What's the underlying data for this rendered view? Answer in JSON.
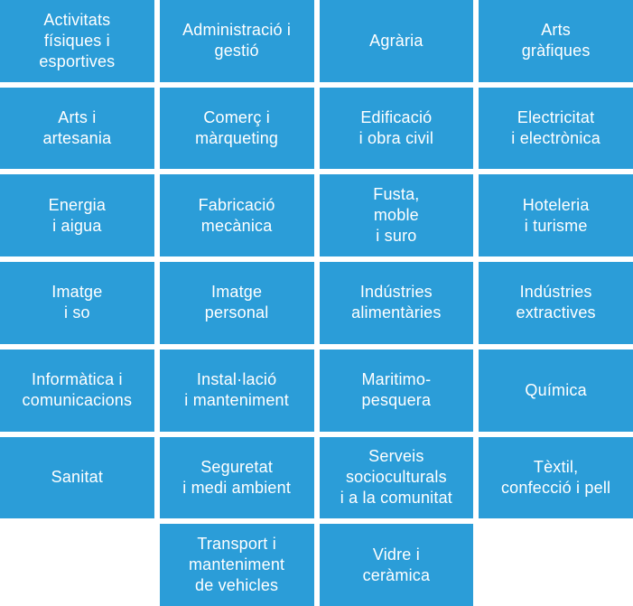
{
  "theme": {
    "tile_color": "#2b9dd8",
    "text_color": "#ffffff",
    "background_color": "#ffffff"
  },
  "grid": {
    "columns": 4,
    "rows": 7
  },
  "tiles": [
    {
      "label": "Activitats\nfísiques i\nesportives"
    },
    {
      "label": "Administració i\ngestió"
    },
    {
      "label": "Agrària"
    },
    {
      "label": "Arts\ngràfiques"
    },
    {
      "label": "Arts i\nartesania"
    },
    {
      "label": "Comerç i\nmàrqueting"
    },
    {
      "label": "Edificació\ni obra civil"
    },
    {
      "label": "Electricitat\ni electrònica"
    },
    {
      "label": "Energia\ni aigua"
    },
    {
      "label": "Fabricació\nmecànica"
    },
    {
      "label": "Fusta,\nmoble\ni suro"
    },
    {
      "label": "Hoteleria\ni turisme"
    },
    {
      "label": "Imatge\ni so"
    },
    {
      "label": "Imatge\npersonal"
    },
    {
      "label": "Indústries\nalimentàries"
    },
    {
      "label": "Indústries\nextractives"
    },
    {
      "label": "Informàtica i\ncomunicacions"
    },
    {
      "label": "Instal·lació\ni manteniment"
    },
    {
      "label": "Maritimo-\npesquera"
    },
    {
      "label": "Química"
    },
    {
      "label": "Sanitat"
    },
    {
      "label": "Seguretat\ni medi ambient"
    },
    {
      "label": "Serveis\nsocioculturals\ni a la comunitat"
    },
    {
      "label": "Tèxtil,\nconfecció i pell"
    },
    {
      "label": "Transport i\nmanteniment\nde vehicles"
    },
    {
      "label": "Vidre i\nceràmica"
    }
  ]
}
